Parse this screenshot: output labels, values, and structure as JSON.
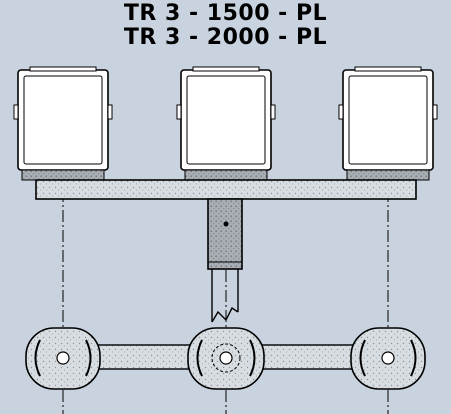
{
  "header": {
    "model_lines": [
      "TR 3 - 1500 - PL",
      "TR 3 - 2000 - PL"
    ]
  },
  "drawing": {
    "fixture_count": 3,
    "stroke_color": "#000000",
    "background_color": "#c9d3df",
    "metal_color": "#d8dde2",
    "fixture_face_color": "#ffffff"
  }
}
